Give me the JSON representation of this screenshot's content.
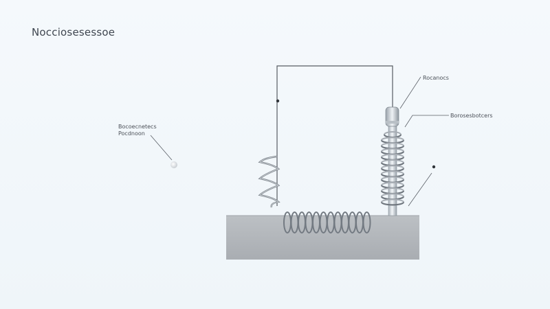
{
  "title": "Nocciosesessoe",
  "labels": {
    "left_line1": "Bocoecnetecs",
    "left_line2": "Pocdnoon",
    "top_right": "Rocanocs",
    "mid_right": "Borosesbotcers"
  },
  "colors": {
    "background": "#f3f8fb",
    "base": "#b3b6ba",
    "wire": "#565b62",
    "spring": "#9aa1a8",
    "text": "#4a4f57"
  }
}
